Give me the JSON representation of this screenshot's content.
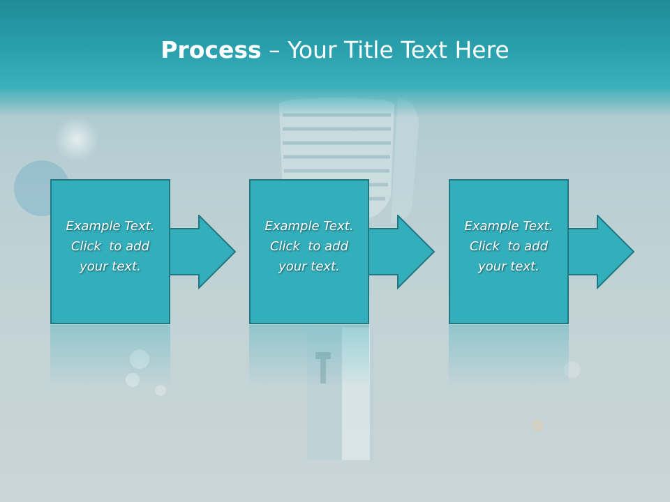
{
  "slide": {
    "title_bold": "Process",
    "title_rest": " – Your Title Text Here",
    "steps": [
      {
        "line1": "Example Text.",
        "line2": "Click  to add",
        "line3": "your text."
      },
      {
        "line1": "Example Text.",
        "line2": "Click  to add",
        "line3": "your text."
      },
      {
        "line1": "Example Text.",
        "line2": "Click  to add",
        "line3": "your text."
      }
    ]
  },
  "icons": [
    "arrow-right-icon",
    "microphone-background-image"
  ],
  "colors": {
    "accent": "#33aebb",
    "border": "#1f7782",
    "title_bar": "#2aa0ad",
    "text": "#ffffff"
  }
}
